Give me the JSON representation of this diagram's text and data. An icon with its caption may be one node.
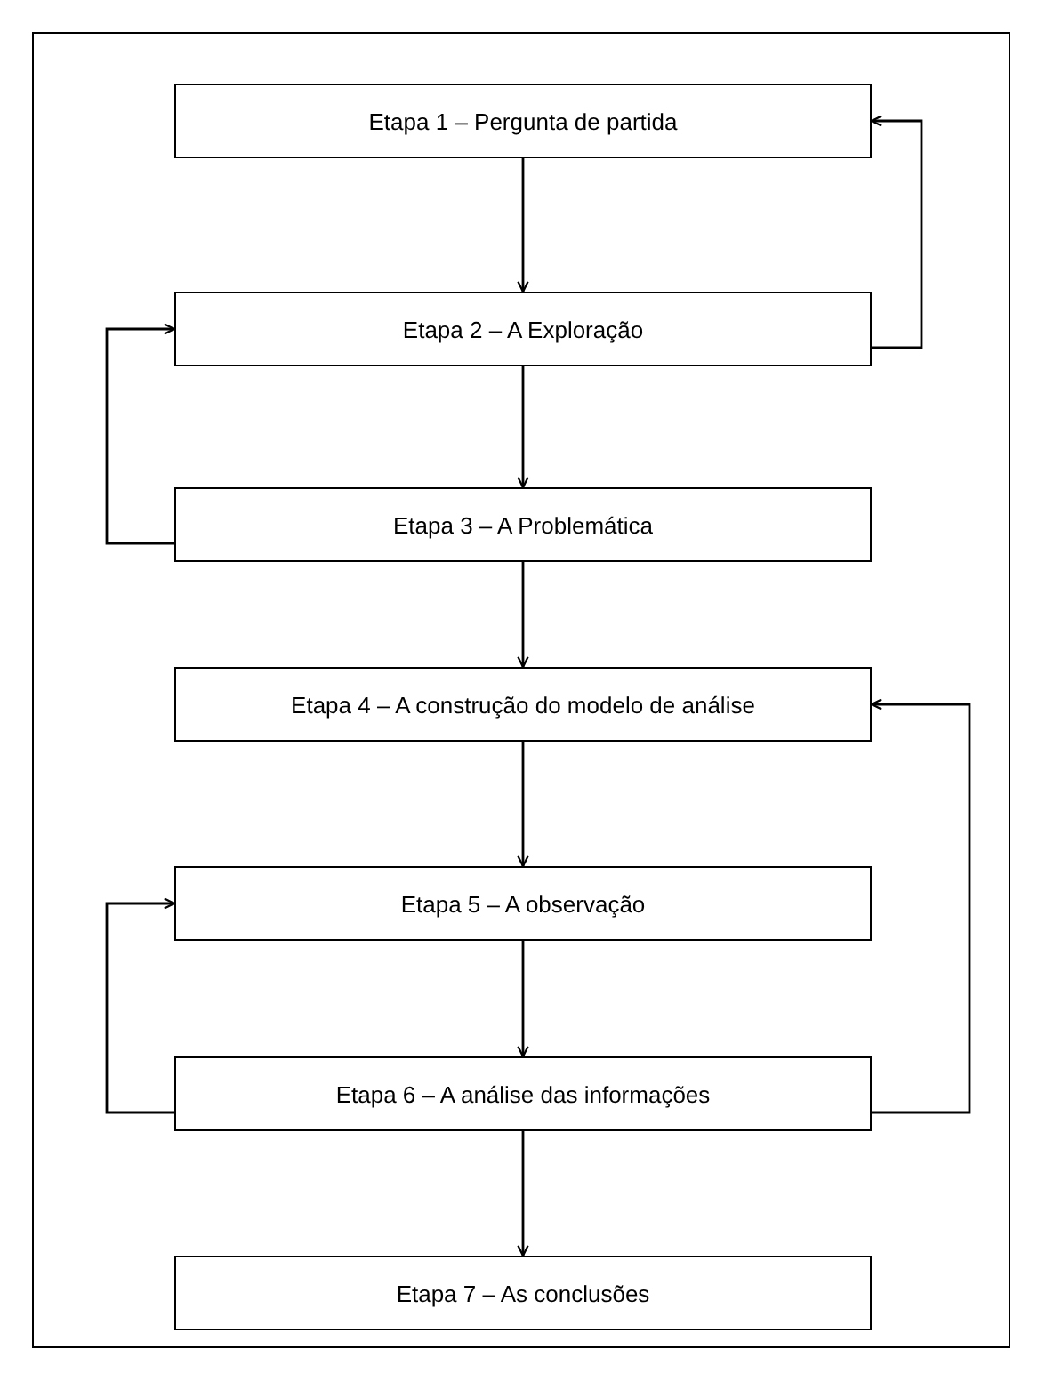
{
  "diagram": {
    "nodes": [
      {
        "text": [
          "Etapa 1 – Pergunta de partida"
        ]
      },
      {
        "text": [
          "Etapa 2 – A Exploração"
        ]
      },
      {
        "text": [
          "Etapa 3 – A Problemática"
        ]
      },
      {
        "text": [
          "Etapa 4 – A construção do modelo de análise"
        ]
      },
      {
        "text": [
          "Etapa 5 – A observação"
        ]
      },
      {
        "text": [
          "Etapa 6 – A análise das informações"
        ]
      },
      {
        "text": [
          "Etapa 7 – As conclusões"
        ]
      }
    ],
    "edges": [
      {
        "from": 0,
        "to": 1,
        "arrow": "to"
      },
      {
        "from": 1,
        "to": 2,
        "arrow": "to"
      },
      {
        "from": 2,
        "to": 3,
        "arrow": "to"
      },
      {
        "from": 3,
        "to": 4,
        "arrow": "to"
      },
      {
        "from": 4,
        "to": 5,
        "arrow": "to"
      },
      {
        "from": 5,
        "to": 6,
        "arrow": "to"
      },
      {
        "from": 1,
        "to": 0,
        "arrow": "to"
      },
      {
        "from": 2,
        "to": 1,
        "arrow": "to"
      },
      {
        "from": 5,
        "to": 3,
        "arrow": "to"
      },
      {
        "from": 5,
        "to": 4,
        "arrow": "to"
      }
    ]
  }
}
